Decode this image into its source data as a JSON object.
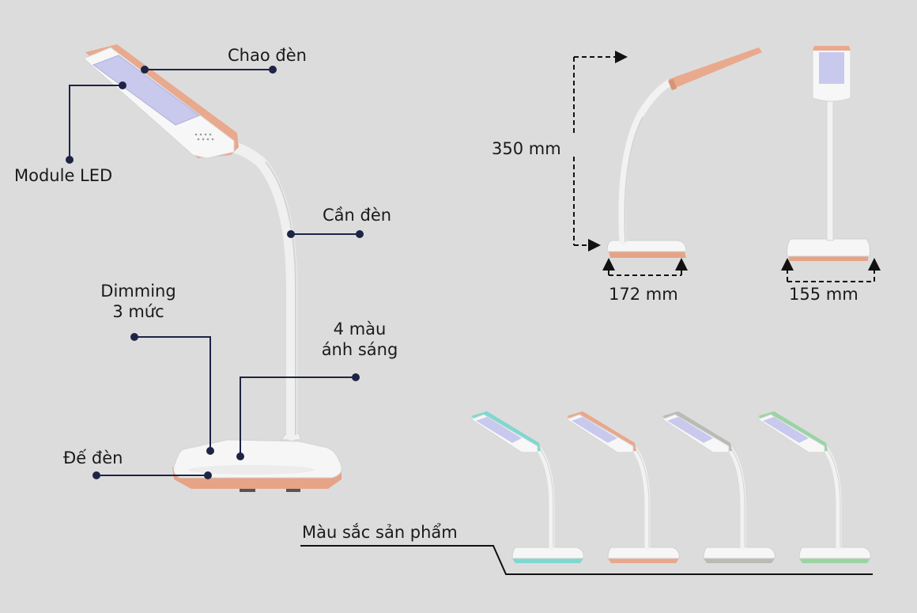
{
  "callouts": {
    "chao_den": "Chao đèn",
    "module_led": "Module LED",
    "can_den": "Cần đèn",
    "dimming_line1": "Dimming",
    "dimming_line2": "3 mức",
    "light_colors_line1": "4 màu",
    "light_colors_line2": "ánh sáng",
    "de_den": "Đế đèn"
  },
  "dimensions": {
    "height": "350 mm",
    "depth": "172 mm",
    "width": "155 mm"
  },
  "color_variants": {
    "label": "Màu sắc sản phẩm",
    "accents": [
      "#7fd8d0",
      "#e8a88c",
      "#b8bcb4",
      "#9ad4a4"
    ]
  },
  "colors": {
    "background": "#dcdcdc",
    "callout_line": "#1e2446",
    "lamp_accent": "#e9a98d",
    "led_panel": "#c9c9ee"
  }
}
